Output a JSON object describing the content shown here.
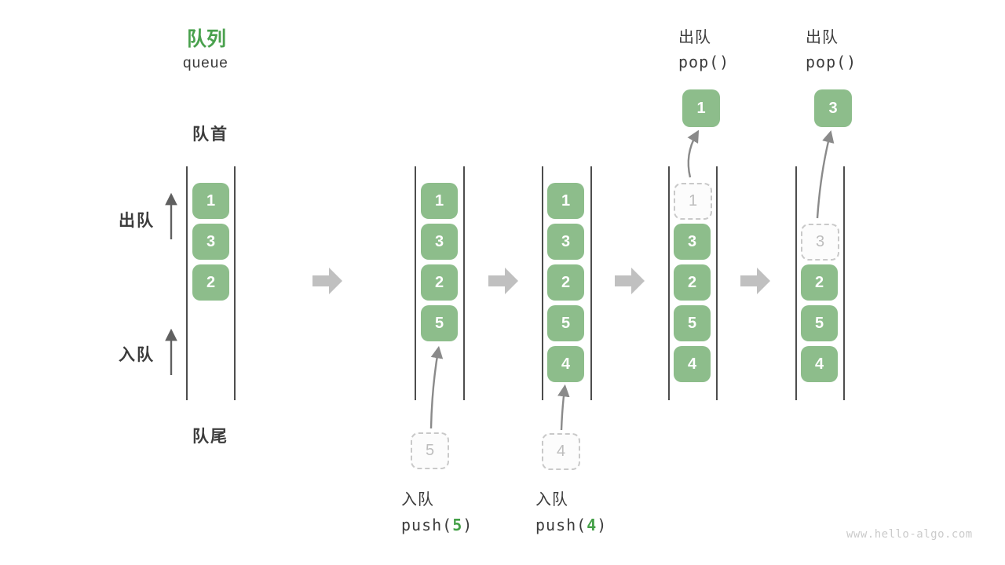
{
  "header": {
    "title_zh": "队列",
    "title_en": "queue"
  },
  "labels": {
    "front": "队首",
    "rear": "队尾",
    "dequeue": "出队",
    "enqueue": "入队"
  },
  "states": [
    {
      "items": [
        "1",
        "3",
        "2"
      ]
    },
    {
      "items": [
        "1",
        "3",
        "2",
        "5"
      ],
      "incoming": "5",
      "op_action": "入队",
      "op_fn": "push(",
      "op_arg": "5",
      "op_close": ")"
    },
    {
      "items": [
        "1",
        "3",
        "2",
        "5",
        "4"
      ],
      "incoming": "4",
      "op_action": "入队",
      "op_fn": "push(",
      "op_arg": "4",
      "op_close": ")"
    },
    {
      "items": [
        "3",
        "2",
        "5",
        "4"
      ],
      "removed": "1",
      "popped": "1",
      "op_action": "出队",
      "op_code": "pop()"
    },
    {
      "items": [
        "2",
        "5",
        "4"
      ],
      "removed": "3",
      "popped": "3",
      "op_action": "出队",
      "op_code": "pop()"
    }
  ],
  "watermark": "www.hello-algo.com",
  "colors": {
    "box_fill": "#8DBD8B",
    "box_text": "#FFFFFF",
    "title_green": "#4AA14E",
    "code_arg_green": "#44A047",
    "text_dark": "#3C3C3C",
    "dashed_border": "#C9C9C9",
    "dashed_text": "#BDBDBD",
    "wall_line": "#4D4D4D",
    "flow_arrow_gray": "#C0C0C0",
    "thin_arrow_dark": "#606060",
    "thin_arrow_light": "#8A8A8A",
    "watermark_gray": "#CBCBCB"
  }
}
